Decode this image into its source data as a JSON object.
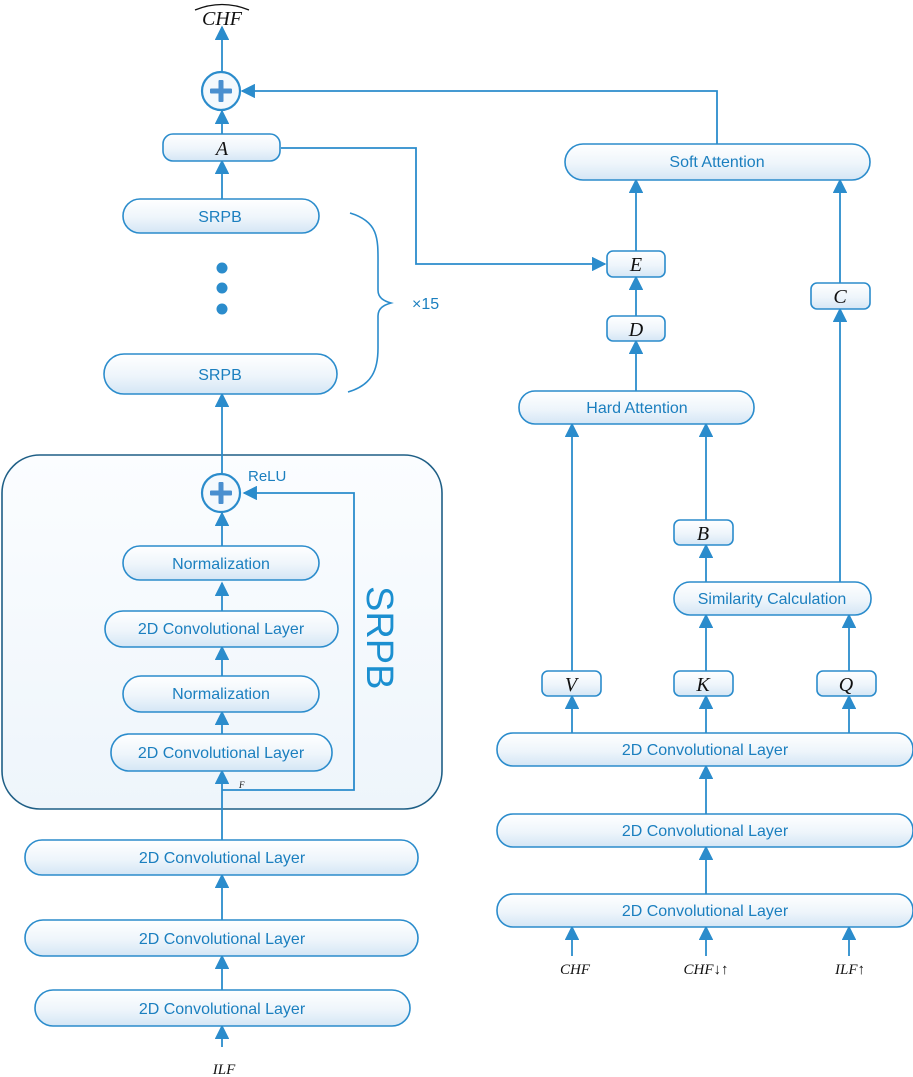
{
  "output_label": "CHF",
  "left": {
    "conv_layers": [
      "2D Convolutional Layer",
      "2D Convolutional Layer",
      "2D Convolutional Layer"
    ],
    "input_label": "ILF",
    "srpb_top_label": "SRPB",
    "srpb_bottom_label": "SRPB",
    "repeat_label": "×15",
    "a_label": "A"
  },
  "srpb_block": {
    "title": "SRPB",
    "relu_label": "ReLU",
    "f_label": "F",
    "layers": [
      "Normalization",
      "2D Convolutional Layer",
      "Normalization",
      "2D Convolutional Layer"
    ]
  },
  "right": {
    "soft_attention": "Soft Attention",
    "hard_attention": "Hard Attention",
    "similarity": "Similarity Calculation",
    "e_label": "E",
    "d_label": "D",
    "c_label": "C",
    "b_label": "B",
    "v_label": "V",
    "k_label": "K",
    "q_label": "Q",
    "conv_layers": [
      "2D Convolutional Layer",
      "2D Convolutional Layer",
      "2D Convolutional Layer"
    ],
    "inputs": [
      "CHF",
      "CHF↓↑",
      "ILF↑"
    ]
  },
  "colors": {
    "accent": "#2b8ccc",
    "text": "#1b7fbf",
    "box_fill_top": "#ffffff",
    "box_fill_bottom": "#dbe9f6"
  }
}
